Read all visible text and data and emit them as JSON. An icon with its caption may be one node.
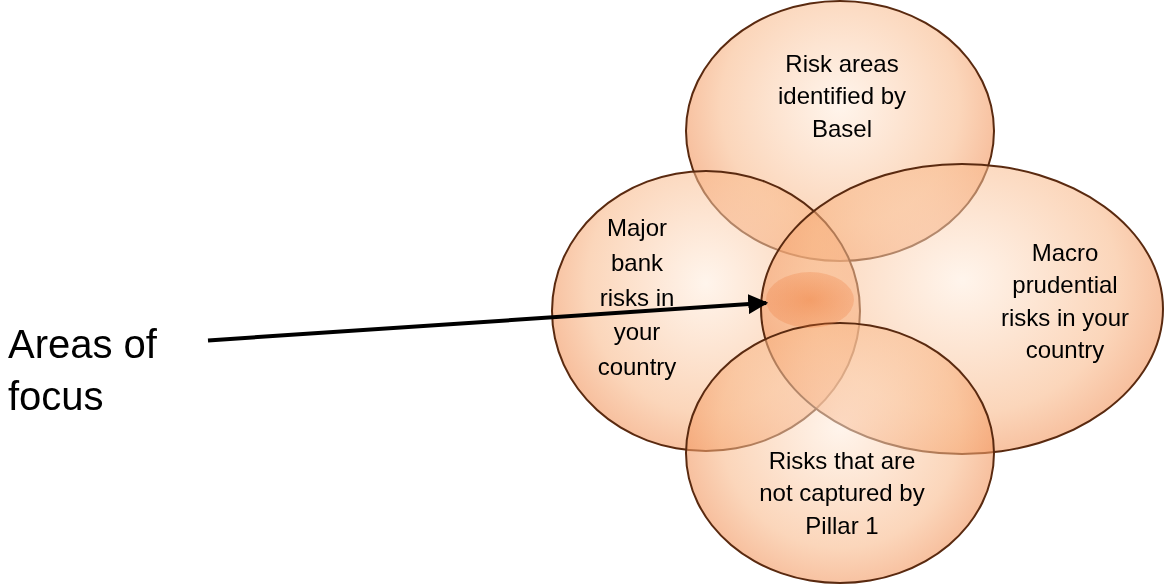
{
  "diagram": {
    "nodes": [
      {
        "text": [
          "Risk areas identified by Basel"
        ]
      },
      {
        "text": [
          "Major bank risks in your country"
        ]
      },
      {
        "text": [
          "Macro prudential risks in your country"
        ]
      },
      {
        "text": [
          "Risks that are not captured by Pillar 1"
        ]
      },
      {
        "text": [
          "Areas of focus"
        ]
      },
      {
        "text": [],
        "shape": "circle"
      }
    ],
    "edges": [
      {
        "from": 4,
        "to": 5,
        "arrow": "to"
      }
    ]
  }
}
